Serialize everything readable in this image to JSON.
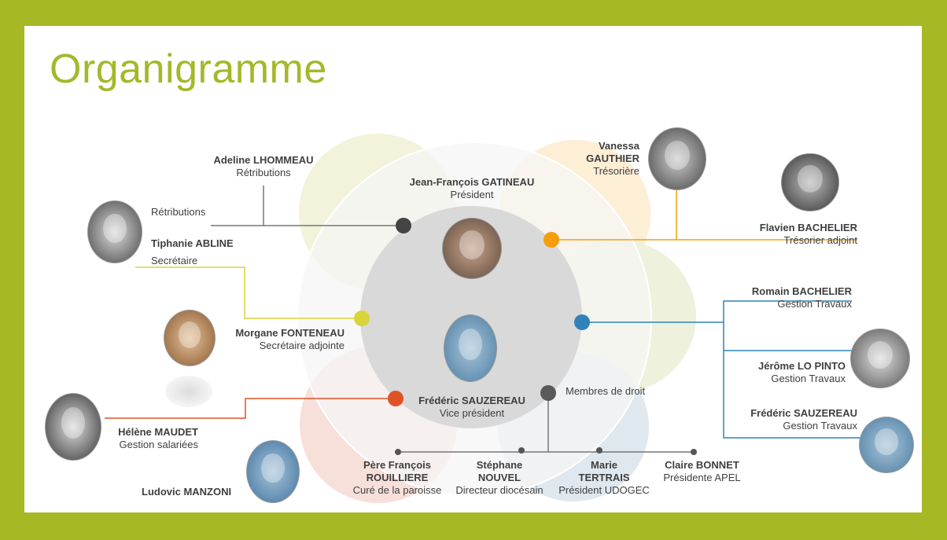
{
  "title": "Organigramme",
  "colors": {
    "frame": "#a6b823",
    "title": "#a4b82a",
    "dark": "#444444",
    "orange": "#f59d0c",
    "yellow": "#d8d43a",
    "blue": "#2f83b8",
    "red": "#e05225",
    "gray": "#5a5a5a"
  },
  "people": {
    "president": {
      "name": "Jean-François GATINEAU",
      "role": "Président"
    },
    "vice": {
      "name": "Frédéric SAUZEREAU",
      "role": "Vice président"
    },
    "adeline": {
      "name": "Adeline LHOMMEAU",
      "role": "Rétributions"
    },
    "retrib": "Rétributions",
    "tiphanie": {
      "name": "Tiphanie ABLINE",
      "role": "Secrétaire"
    },
    "morgane": {
      "name": "Morgane FONTENEAU",
      "role": "Secrétaire adjointe"
    },
    "helene": {
      "name": "Hélène MAUDET",
      "role": "Gestion salariées"
    },
    "ludovic": {
      "name": "Ludovic MANZONI"
    },
    "vanessa": {
      "name1": "Vanessa",
      "name2": "GAUTHIER",
      "role": "Trésorière"
    },
    "flavien": {
      "name": "Flavien BACHELIER",
      "role": "Trésorier adjoint"
    },
    "romain": {
      "name": "Romain BACHELIER",
      "role": "Gestion Travaux"
    },
    "jerome": {
      "name": "Jérôme LO PINTO",
      "role": "Gestion Travaux"
    },
    "frederic2": {
      "name": "Frédéric SAUZEREAU",
      "role": "Gestion Travaux"
    },
    "membres": "Membres de droit",
    "francois": {
      "name1": "Père François",
      "name2": "ROUILLIERE",
      "role": "Curé de la paroisse"
    },
    "stephane": {
      "name1": "Stéphane",
      "name2": "NOUVEL",
      "role": "Directeur diocésain"
    },
    "marie": {
      "name1": "Marie",
      "name2": "TERTRAIS",
      "role": "Président UDOGEC"
    },
    "claire": {
      "name": "Claire BONNET",
      "role": "Présidente APEL"
    }
  }
}
